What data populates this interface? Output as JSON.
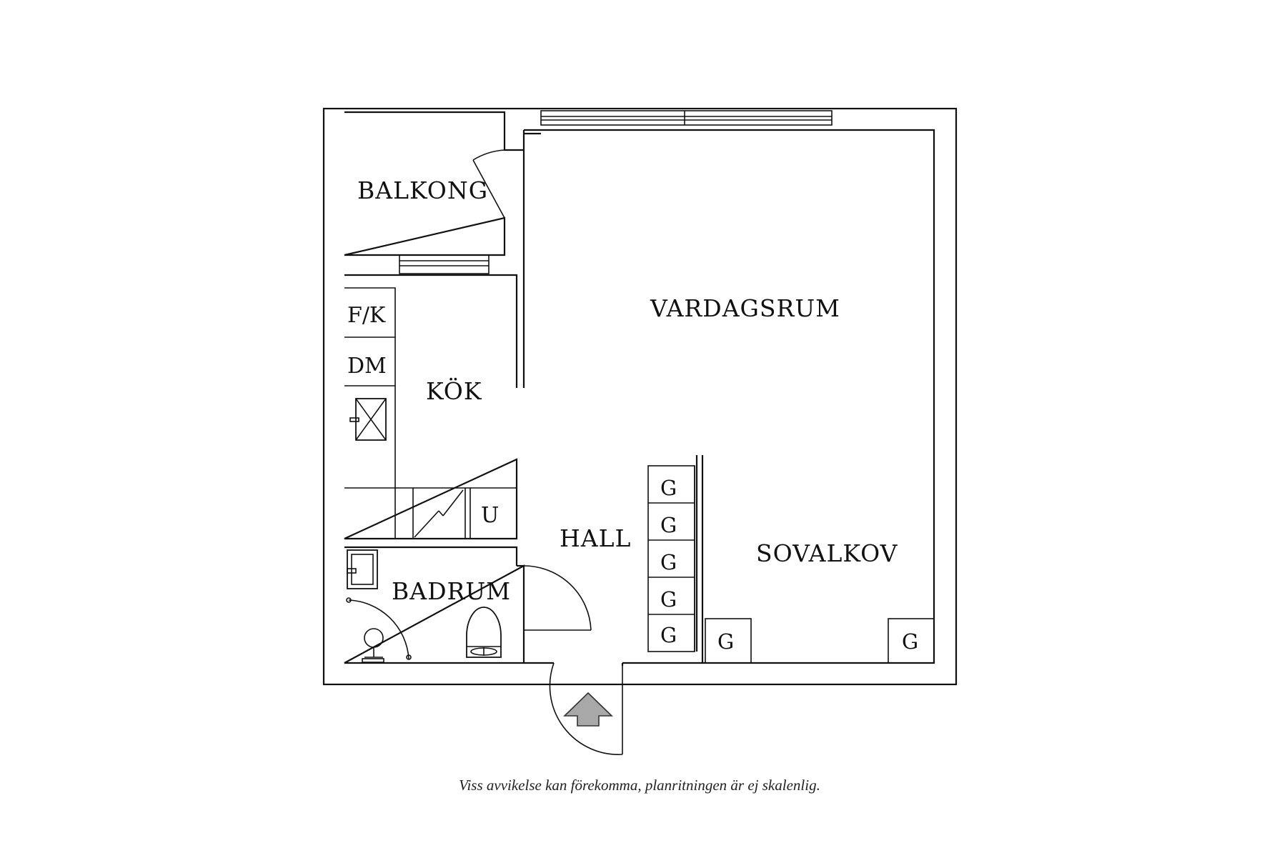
{
  "rooms": {
    "balkong": "BALKONG",
    "vardagsrum": "VARDAGSRUM",
    "kok": "KÖK",
    "hall": "HALL",
    "sovalkov": "SOVALKOV",
    "badrum": "BADRUM"
  },
  "cabinets": {
    "fk": "F/K",
    "dm": "DM",
    "u": "U",
    "g": "G"
  },
  "disclaimer": "Viss avvikelse kan förekomma, planritningen är ej skalenlig.",
  "icons": {
    "entrance": "entrance-arrow-icon",
    "sink": "sink-icon",
    "stove": "stove-icon",
    "toilet": "toilet-icon",
    "shower": "shower-icon"
  }
}
